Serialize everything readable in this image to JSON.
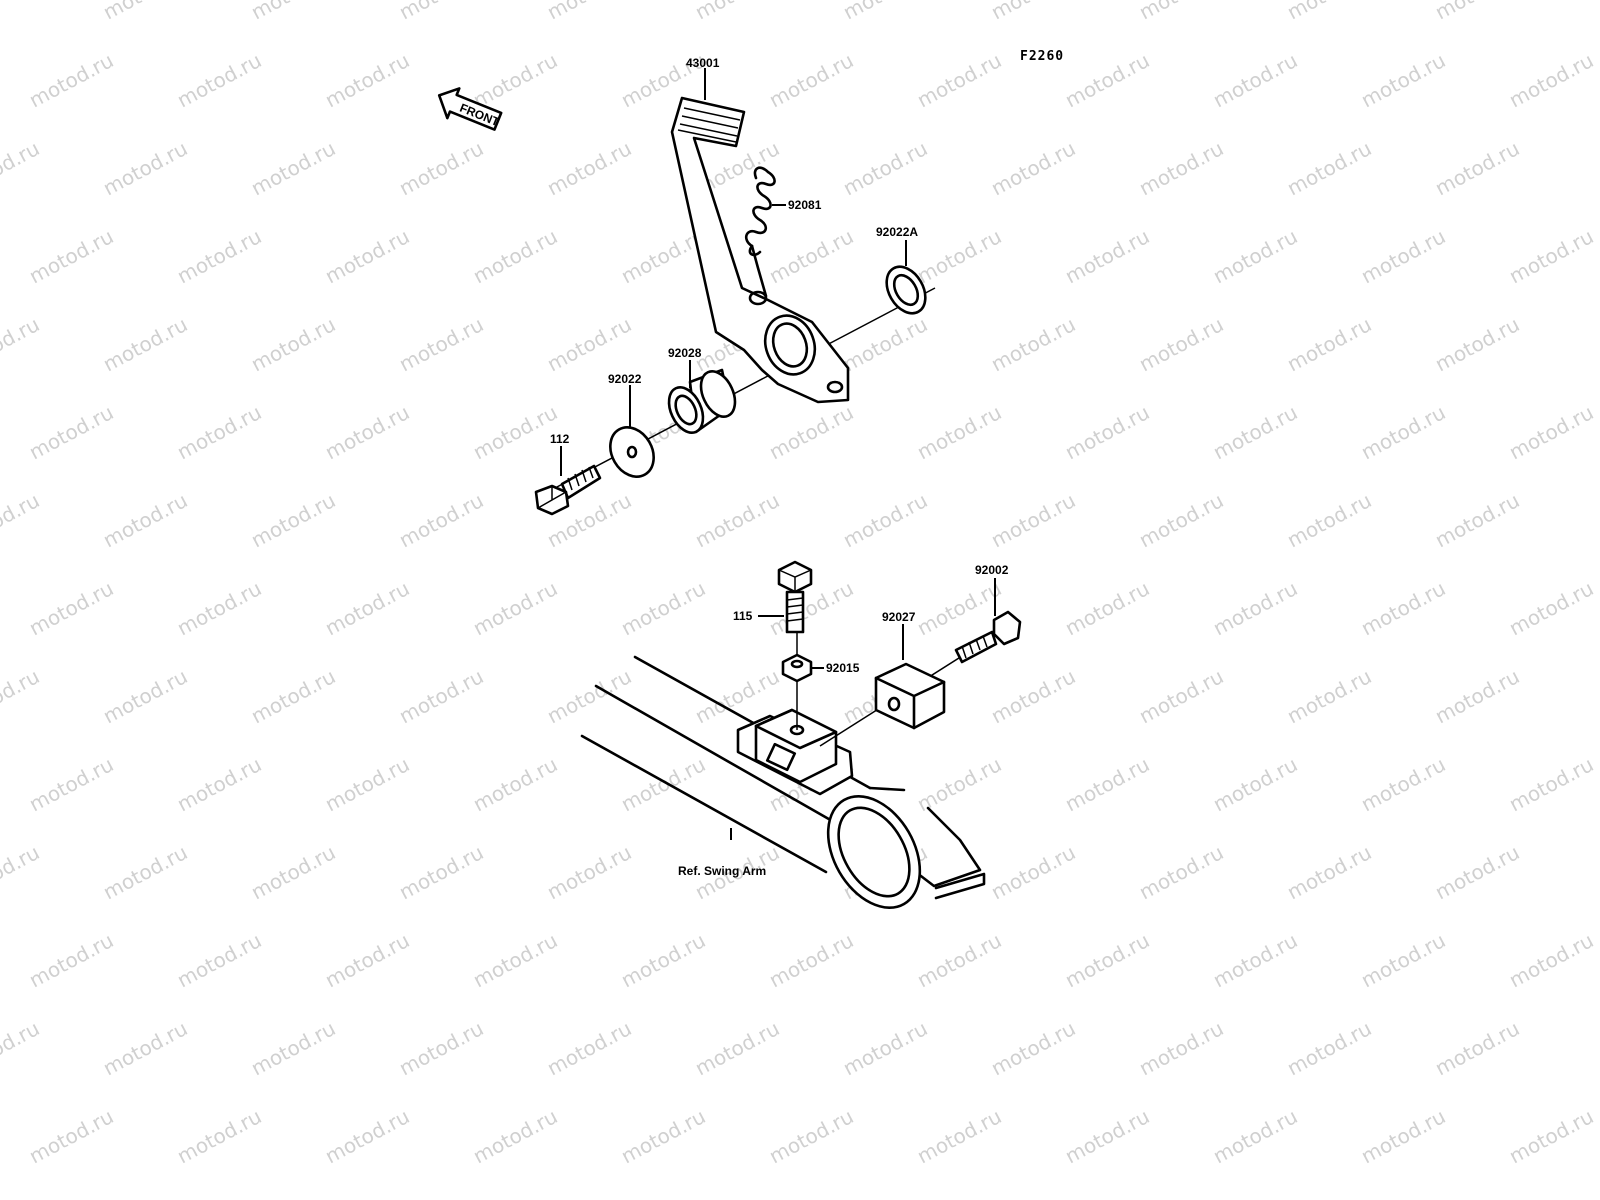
{
  "diagram": {
    "code": "F2260",
    "front_label": "FRONT",
    "watermark_text": "motod.ru",
    "ref_label": "Ref. Swing Arm",
    "parts": [
      {
        "id": "brake-pedal",
        "number": "43001"
      },
      {
        "id": "spring",
        "number": "92081"
      },
      {
        "id": "washer-a",
        "number": "92022A"
      },
      {
        "id": "collar",
        "number": "92028"
      },
      {
        "id": "washer",
        "number": "92022"
      },
      {
        "id": "bolt-pivot",
        "number": "112"
      },
      {
        "id": "bolt-vertical",
        "number": "115"
      },
      {
        "id": "nut",
        "number": "92015"
      },
      {
        "id": "stopper",
        "number": "92027"
      },
      {
        "id": "bolt-adjust",
        "number": "92002"
      }
    ]
  }
}
